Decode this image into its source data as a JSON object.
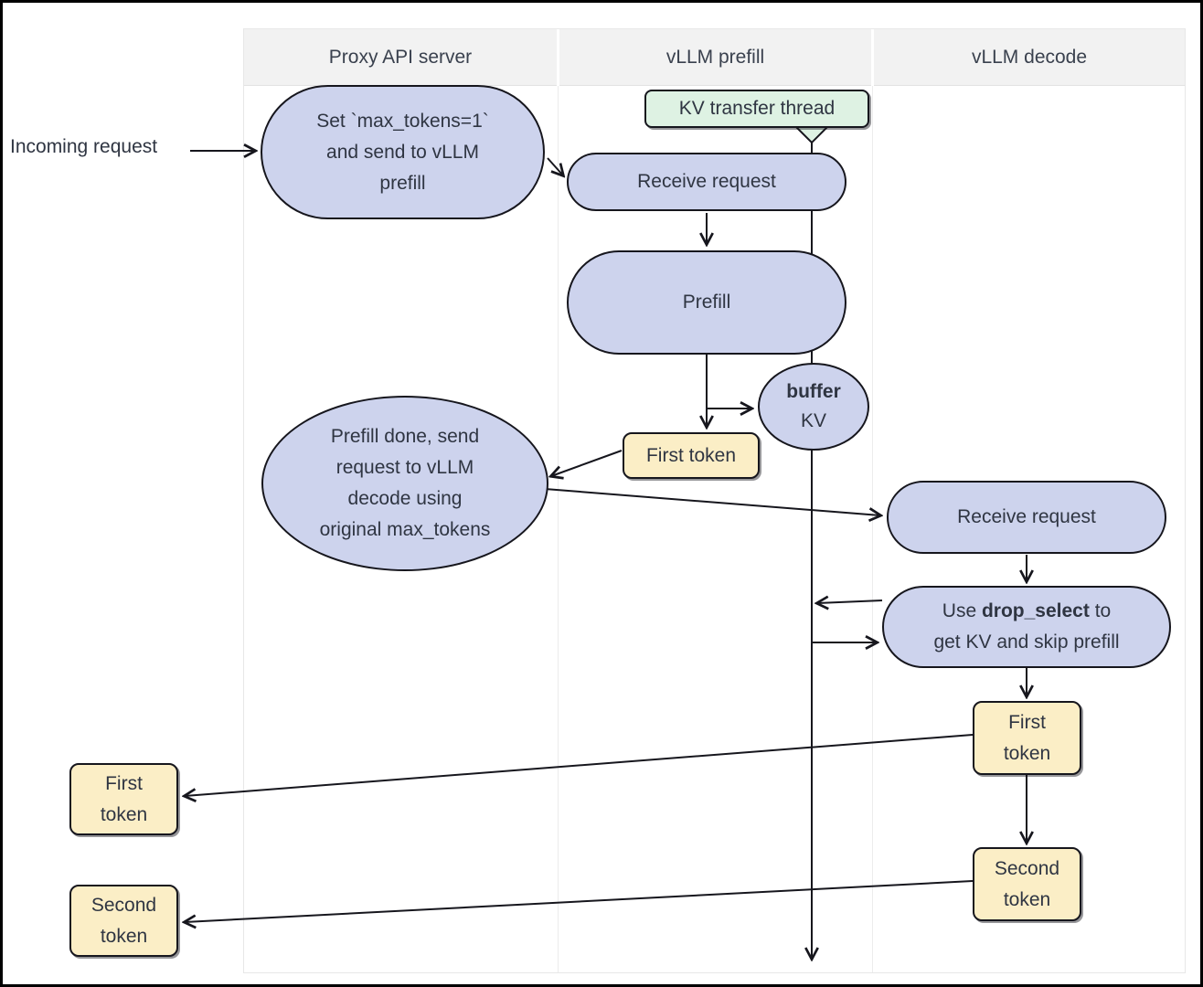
{
  "lanes": {
    "headers": [
      {
        "label": "Proxy API server"
      },
      {
        "label": "vLLM prefill"
      },
      {
        "label": "vLLM decode"
      }
    ]
  },
  "labels": {
    "incoming_request": "Incoming request"
  },
  "nodes": {
    "set_max_tokens": {
      "lines": [
        "Set `max_tokens=1`",
        "and send to vLLM",
        "prefill"
      ]
    },
    "kv_transfer_thread": {
      "label": "KV transfer thread"
    },
    "receive_request_prefill": {
      "label": "Receive request"
    },
    "prefill": {
      "label": "Prefill"
    },
    "buffer_kv": {
      "bold": "buffer",
      "rest": "KV"
    },
    "first_token_prefill": {
      "label": "First token"
    },
    "prefill_done": {
      "lines": [
        "Prefill done, send",
        "request to vLLM",
        "decode using",
        "original max_tokens"
      ]
    },
    "receive_request_decode": {
      "label": "Receive request"
    },
    "drop_select": {
      "l1_pre": "Use ",
      "l1_bold": "drop_select",
      "l1_post": " to",
      "l2": "get KV and skip prefill"
    },
    "first_token_decode": {
      "lines": [
        "First",
        "token"
      ]
    },
    "second_token_decode": {
      "lines": [
        "Second",
        "token"
      ]
    },
    "first_token_out": {
      "lines": [
        "First",
        "token"
      ]
    },
    "second_token_out": {
      "lines": [
        "Second",
        "token"
      ]
    }
  },
  "colors": {
    "node_fill_lavender": "#cdd3ed",
    "node_fill_yellow": "#fbeec6",
    "node_fill_green": "#def2e3",
    "node_border": "#16161d",
    "lane_header_bg": "#f2f2f2",
    "lane_border": "#e7e7e7",
    "arrow": "#16161d",
    "text": "#2f3542",
    "frame": "#000000"
  }
}
